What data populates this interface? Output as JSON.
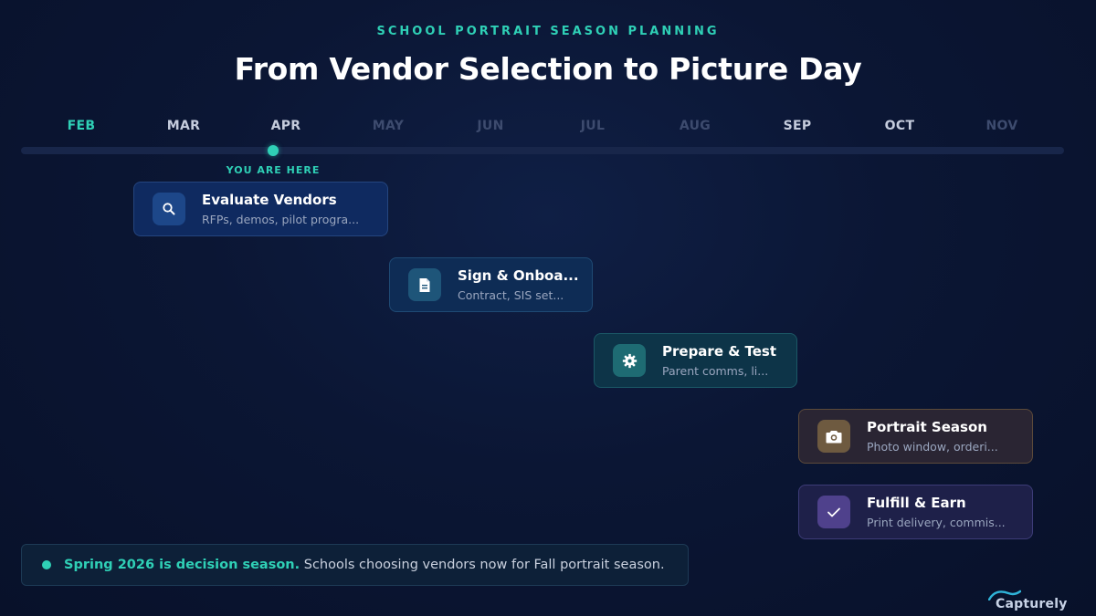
{
  "header": {
    "eyebrow": "SCHOOL PORTRAIT SEASON PLANNING",
    "title": "From Vendor Selection to Picture Day"
  },
  "timeline": {
    "months": [
      "FEB",
      "MAR",
      "APR",
      "MAY",
      "JUN",
      "JUL",
      "AUG",
      "SEP",
      "OCT",
      "NOV"
    ],
    "current_month": "APR",
    "current_label": "YOU ARE HERE"
  },
  "phases": [
    {
      "name": "Evaluate Vendors",
      "desc": "RFPs, demos, pilot progra...",
      "icon": "search-icon",
      "color": "#1d4789"
    },
    {
      "name": "Sign & Onboa...",
      "desc": "Contract, SIS set...",
      "icon": "document-icon",
      "color": "#1e5579"
    },
    {
      "name": "Prepare & Test",
      "desc": "Parent comms, li...",
      "icon": "gear-icon",
      "color": "#1e6b73"
    },
    {
      "name": "Portrait Season",
      "desc": "Photo window, orderi...",
      "icon": "camera-icon",
      "color": "#6e5a40"
    },
    {
      "name": "Fulfill & Earn",
      "desc": "Print delivery, commis...",
      "icon": "checkmark-icon",
      "color": "#4f418c"
    }
  ],
  "banner": {
    "highlight": "Spring 2026 is decision season.",
    "text": " Schools choosing vendors now for Fall portrait season."
  },
  "brand": {
    "name": "Capturely",
    "accent": "#2fd0b6"
  }
}
